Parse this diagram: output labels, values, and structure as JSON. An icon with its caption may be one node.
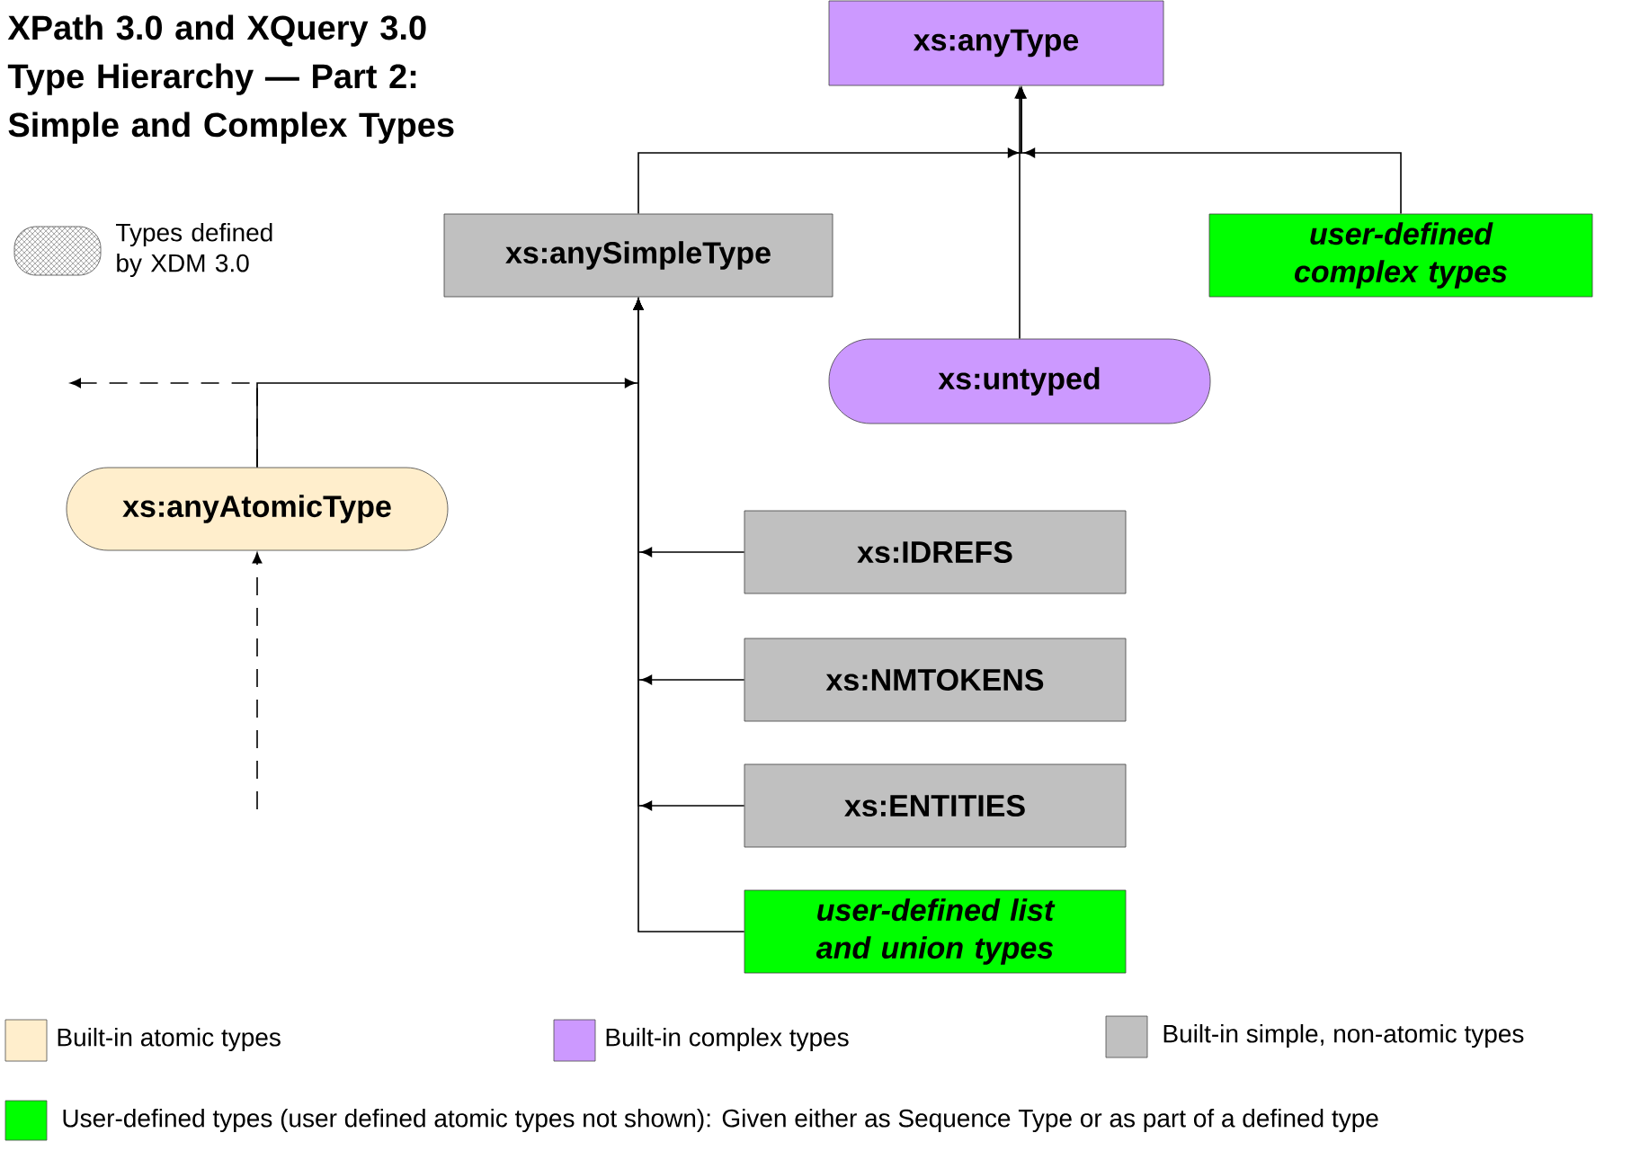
{
  "diagram": {
    "title": "XPath 3.0 and XQuery 3.0 Type Hierarchy — Part 2: Simple and Complex Types",
    "nodes": [
      {
        "text": [
          "xs:anyType"
        ]
      },
      {
        "text": [
          "xs:anySimpleType"
        ]
      },
      {
        "text": [
          "user-defined complex types"
        ]
      },
      {
        "text": [
          "xs:untyped"
        ]
      },
      {
        "text": [
          "xs:anyAtomicType"
        ]
      },
      {
        "text": [
          "xs:IDREFS"
        ]
      },
      {
        "text": [
          "xs:NMTOKENS"
        ]
      },
      {
        "text": [
          "xs:ENTITIES"
        ]
      },
      {
        "text": [
          "user-defined list and union types"
        ]
      }
    ],
    "edges": [
      {
        "from": 1,
        "to": 0,
        "arrow": "to"
      },
      {
        "from": 2,
        "to": 0,
        "arrow": "to"
      },
      {
        "from": 3,
        "to": 0,
        "arrow": "to"
      },
      {
        "from": 4,
        "to": 1,
        "arrow": "to"
      },
      {
        "from": 4,
        "to": null,
        "arrow": "to",
        "style": "dashed"
      },
      {
        "from": null,
        "to": 4,
        "arrow": "to",
        "style": "dashed"
      },
      {
        "from": 5,
        "to": 1,
        "arrow": "to"
      },
      {
        "from": 6,
        "to": 1,
        "arrow": "to"
      },
      {
        "from": 7,
        "to": 1,
        "arrow": "to"
      },
      {
        "from": 8,
        "to": 1,
        "arrow": "to"
      }
    ],
    "legend": [
      {
        "text": "Types defined by XDM 3.0"
      },
      {
        "text": "Built-in atomic types",
        "color": "#ffeecc"
      },
      {
        "text": "Built-in complex types",
        "color": "#cc99ff"
      },
      {
        "text": "Built-in simple, non-atomic types",
        "color": "#c0c0c0"
      },
      {
        "text": "User-defined types (user defined atomic types not shown):  Given either as Sequence Type or as part of a defined type",
        "color": "#00ff00"
      }
    ]
  }
}
